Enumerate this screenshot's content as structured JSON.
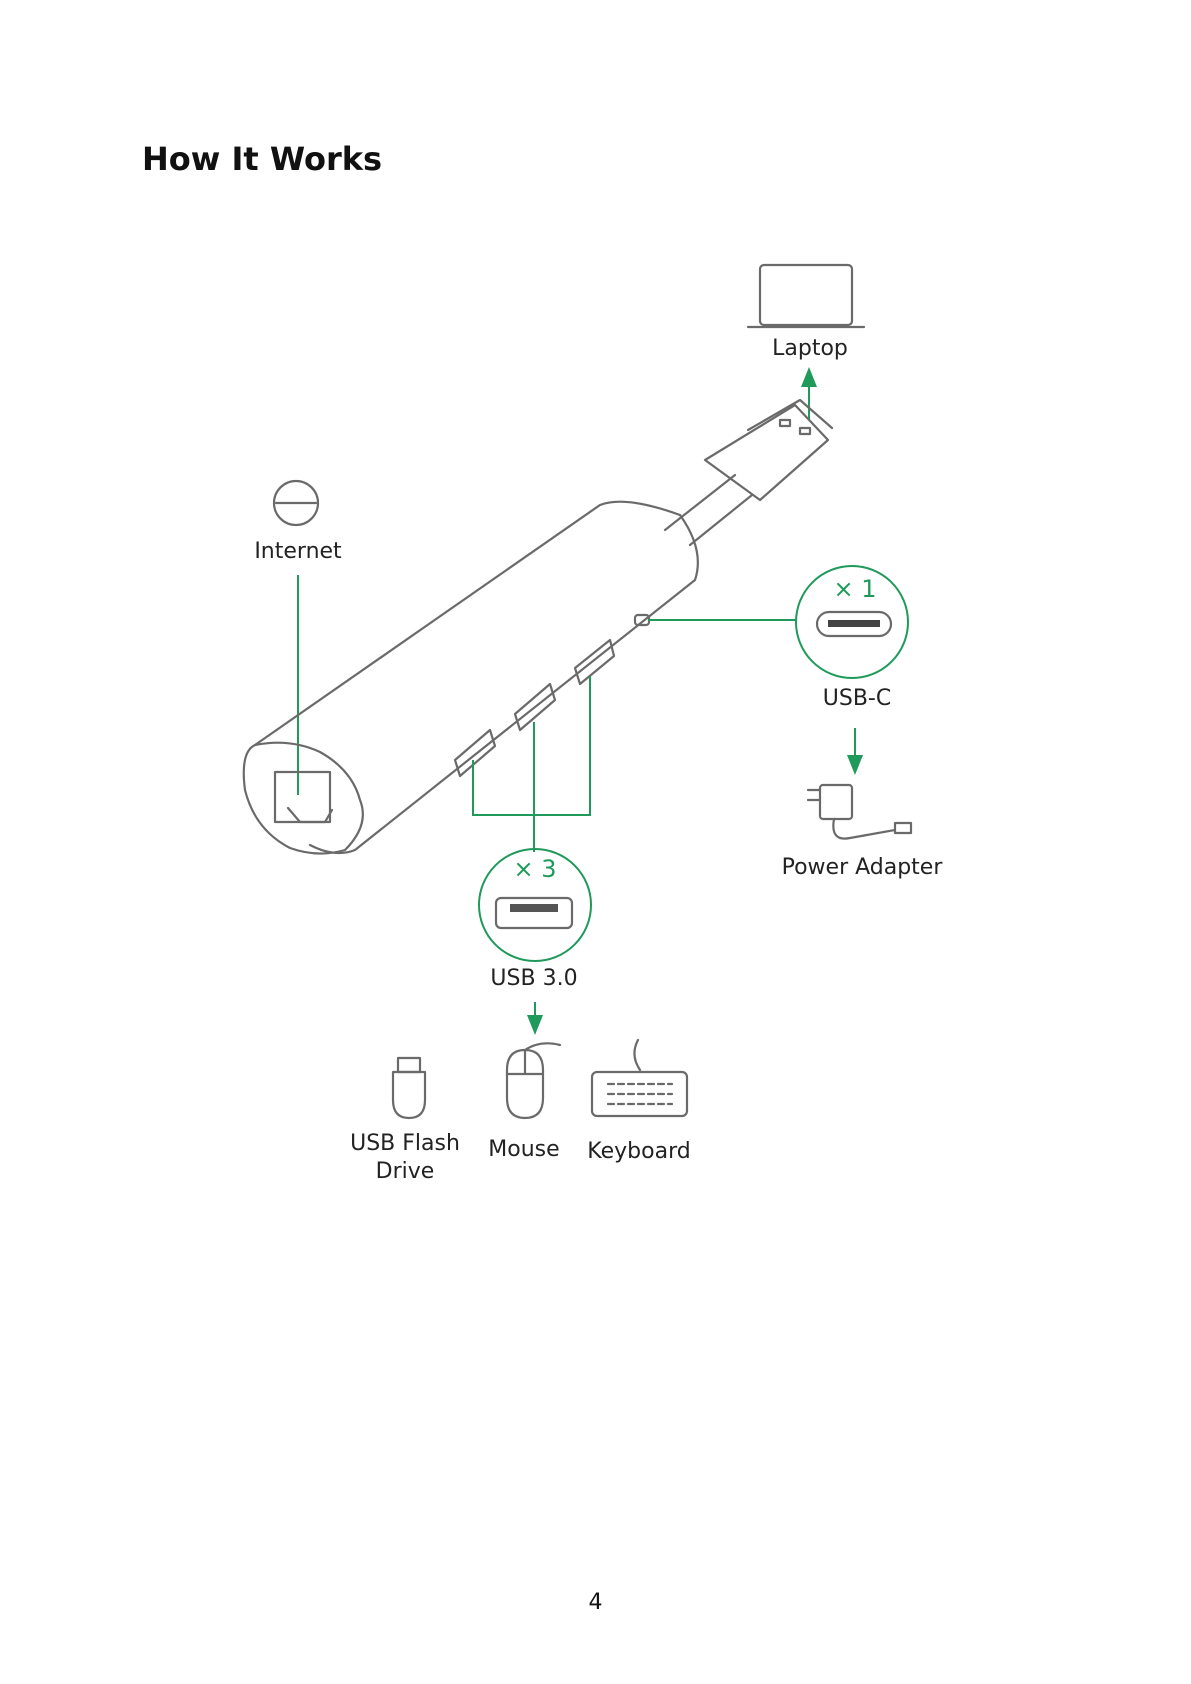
{
  "page": {
    "title": "How It Works",
    "page_number": "4"
  },
  "diagram": {
    "labels": {
      "laptop": "Laptop",
      "internet": "Internet",
      "usb_c": "USB-C",
      "usb_c_count": "× 1",
      "power_adapter": "Power Adapter",
      "usb3": "USB 3.0",
      "usb3_count": "× 3",
      "usb_flash_line1": "USB Flash",
      "usb_flash_line2": "Drive",
      "mouse": "Mouse",
      "keyboard": "Keyboard"
    },
    "colors": {
      "accent": "#1f9a5a",
      "line_art": "#6a6a6a"
    },
    "icons": [
      "laptop-icon",
      "internet-icon",
      "usb-c-port-icon",
      "power-adapter-icon",
      "usb-a-port-icon",
      "usb-flash-drive-icon",
      "mouse-icon",
      "keyboard-icon"
    ]
  }
}
